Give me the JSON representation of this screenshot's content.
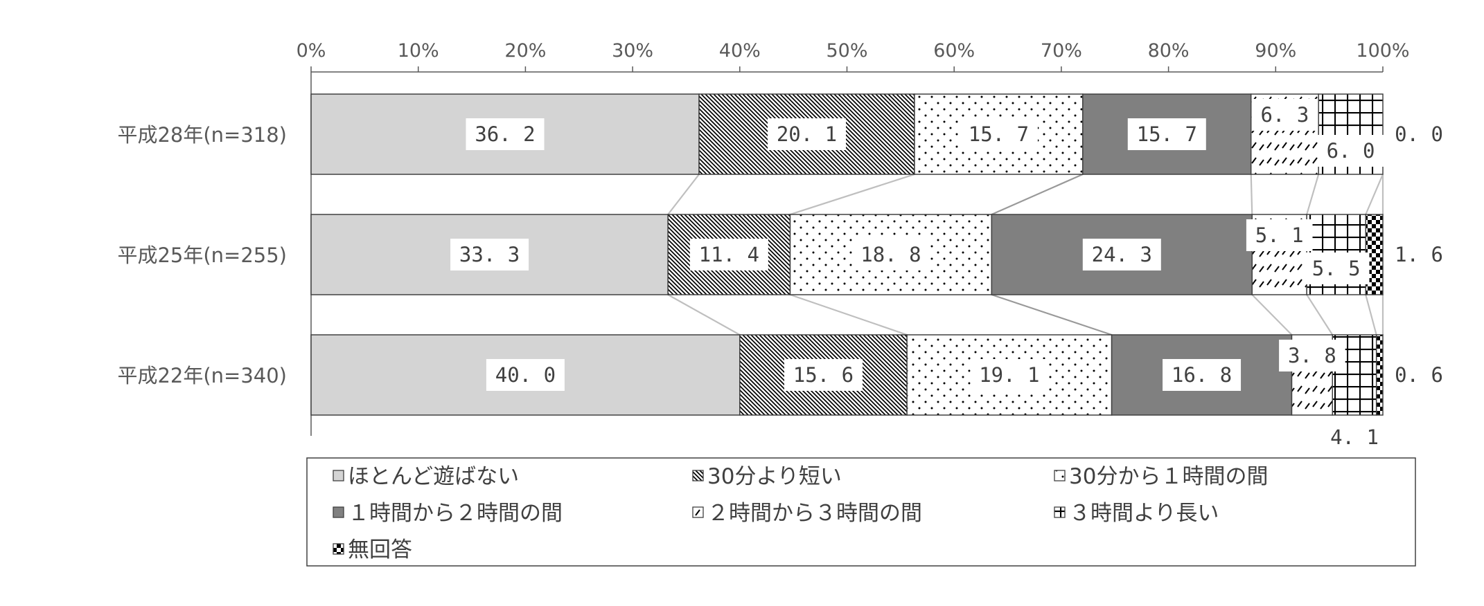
{
  "chart_data": {
    "type": "bar",
    "orientation": "horizontal",
    "stacked": "100%",
    "xlim": [
      0,
      100
    ],
    "x_ticks": [
      "0%",
      "10%",
      "20%",
      "30%",
      "40%",
      "50%",
      "60%",
      "70%",
      "80%",
      "90%",
      "100%"
    ],
    "categories": [
      "平成28年(n=318)",
      "平成25年(n=255)",
      "平成22年(n=340)"
    ],
    "series": [
      {
        "name": "ほとんど遊ばない",
        "values": [
          36.2,
          33.3,
          40.0
        ],
        "labels": [
          "36.2",
          "33.3",
          "40.0"
        ],
        "color": "#d4d4d4",
        "pattern": "solid"
      },
      {
        "name": "30分より短い",
        "values": [
          20.1,
          11.4,
          15.6
        ],
        "labels": [
          "20.1",
          "11.4",
          "15.6"
        ],
        "color": "#000000",
        "pattern": "dense-diagonal"
      },
      {
        "name": "30分から１時間の間",
        "values": [
          15.7,
          18.8,
          19.1
        ],
        "labels": [
          "15.7",
          "18.8",
          "19.1"
        ],
        "color": "#000000",
        "pattern": "dots"
      },
      {
        "name": "１時間から２時間の間",
        "values": [
          15.7,
          24.3,
          16.8
        ],
        "labels": [
          "15.7",
          "24.3",
          "16.8"
        ],
        "color": "#808080",
        "pattern": "solid"
      },
      {
        "name": "２時間から３時間の間",
        "values": [
          6.3,
          5.1,
          3.8
        ],
        "labels": [
          "6.3",
          "5.1",
          "3.8"
        ],
        "color": "#000000",
        "pattern": "dashed-diagonal"
      },
      {
        "name": "３時間より長い",
        "values": [
          6.0,
          5.5,
          4.1
        ],
        "labels": [
          "6.0",
          "5.5",
          "4.1"
        ],
        "color": "#000000",
        "pattern": "grid"
      },
      {
        "name": "無回答",
        "values": [
          0.0,
          1.6,
          0.6
        ],
        "labels": [
          "0.0",
          "1.6",
          "0.6"
        ],
        "color": "#000000",
        "pattern": "checker"
      }
    ],
    "legend_placement": "bottom",
    "series_connector_lines": true,
    "grid": false
  }
}
